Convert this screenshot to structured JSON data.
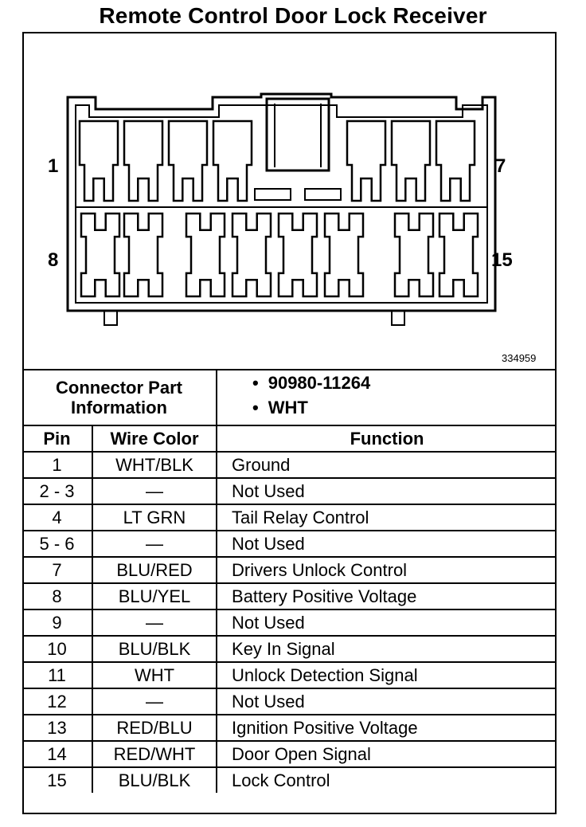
{
  "title": "Remote Control Door Lock Receiver",
  "figure_id": "334959",
  "pin_labels": {
    "top_left": "1",
    "top_right": "7",
    "bottom_left": "8",
    "bottom_right": "15"
  },
  "connector_info": {
    "label": "Connector Part Information",
    "items": [
      "90980-11264",
      "WHT"
    ]
  },
  "table": {
    "headers": {
      "pin": "Pin",
      "wire_color": "Wire Color",
      "function": "Function"
    },
    "rows": [
      {
        "pin": "1",
        "wire": "WHT/BLK",
        "function": "Ground"
      },
      {
        "pin": "2 - 3",
        "wire": "—",
        "function": "Not Used"
      },
      {
        "pin": "4",
        "wire": "LT GRN",
        "function": "Tail Relay Control"
      },
      {
        "pin": "5 - 6",
        "wire": "—",
        "function": "Not Used"
      },
      {
        "pin": "7",
        "wire": "BLU/RED",
        "function": "Drivers Unlock Control"
      },
      {
        "pin": "8",
        "wire": "BLU/YEL",
        "function": "Battery Positive Voltage"
      },
      {
        "pin": "9",
        "wire": "—",
        "function": "Not Used"
      },
      {
        "pin": "10",
        "wire": "BLU/BLK",
        "function": "Key In Signal"
      },
      {
        "pin": "11",
        "wire": "WHT",
        "function": "Unlock Detection Signal"
      },
      {
        "pin": "12",
        "wire": "—",
        "function": "Not Used"
      },
      {
        "pin": "13",
        "wire": "RED/BLU",
        "function": "Ignition Positive Voltage"
      },
      {
        "pin": "14",
        "wire": "RED/WHT",
        "function": "Door Open Signal"
      },
      {
        "pin": "15",
        "wire": "BLU/BLK",
        "function": "Lock Control"
      }
    ]
  }
}
